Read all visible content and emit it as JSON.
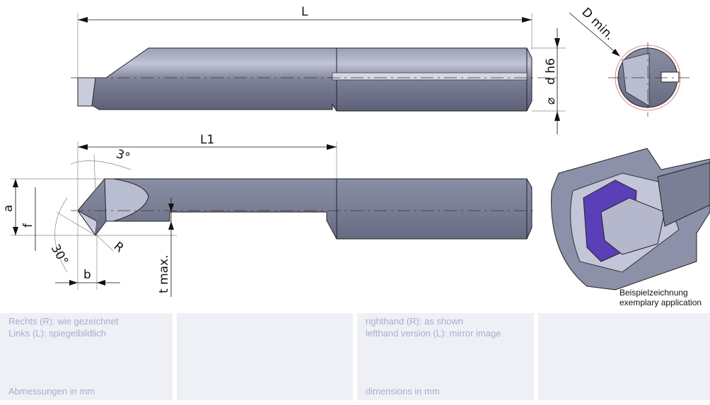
{
  "drawing": {
    "labels": {
      "L": "L",
      "L1": "L1",
      "d_h6": "d h6",
      "diameter_symbol": "⌀",
      "D_min": "D min.",
      "angle_3": "3°",
      "angle_30": "30°",
      "a": "a",
      "f": "f",
      "R": "R",
      "b": "b",
      "t_max": "t max."
    },
    "application_caption": [
      "Beispielzeichnung",
      "exemplary application"
    ],
    "colors": {
      "tool": "#7b7f95",
      "tool_light": "#b9bdd2",
      "insert_face": "#c9ccdc",
      "accent_purple": "#5a3fb8",
      "panel_bg": "#eef0f5",
      "panel_text": "#a8adcf"
    }
  },
  "panels": [
    {
      "lines": [
        "Rechts (R): wie gezeichnet",
        "Links (L): spiegelbildlich"
      ],
      "footer": "Abmessungen in mm"
    },
    {
      "lines": [],
      "footer": ""
    },
    {
      "lines": [
        "righthand (R): as shown",
        "lefthand version (L): mirror image"
      ],
      "footer": "dimensions in mm"
    },
    {
      "lines": [],
      "footer": ""
    }
  ]
}
